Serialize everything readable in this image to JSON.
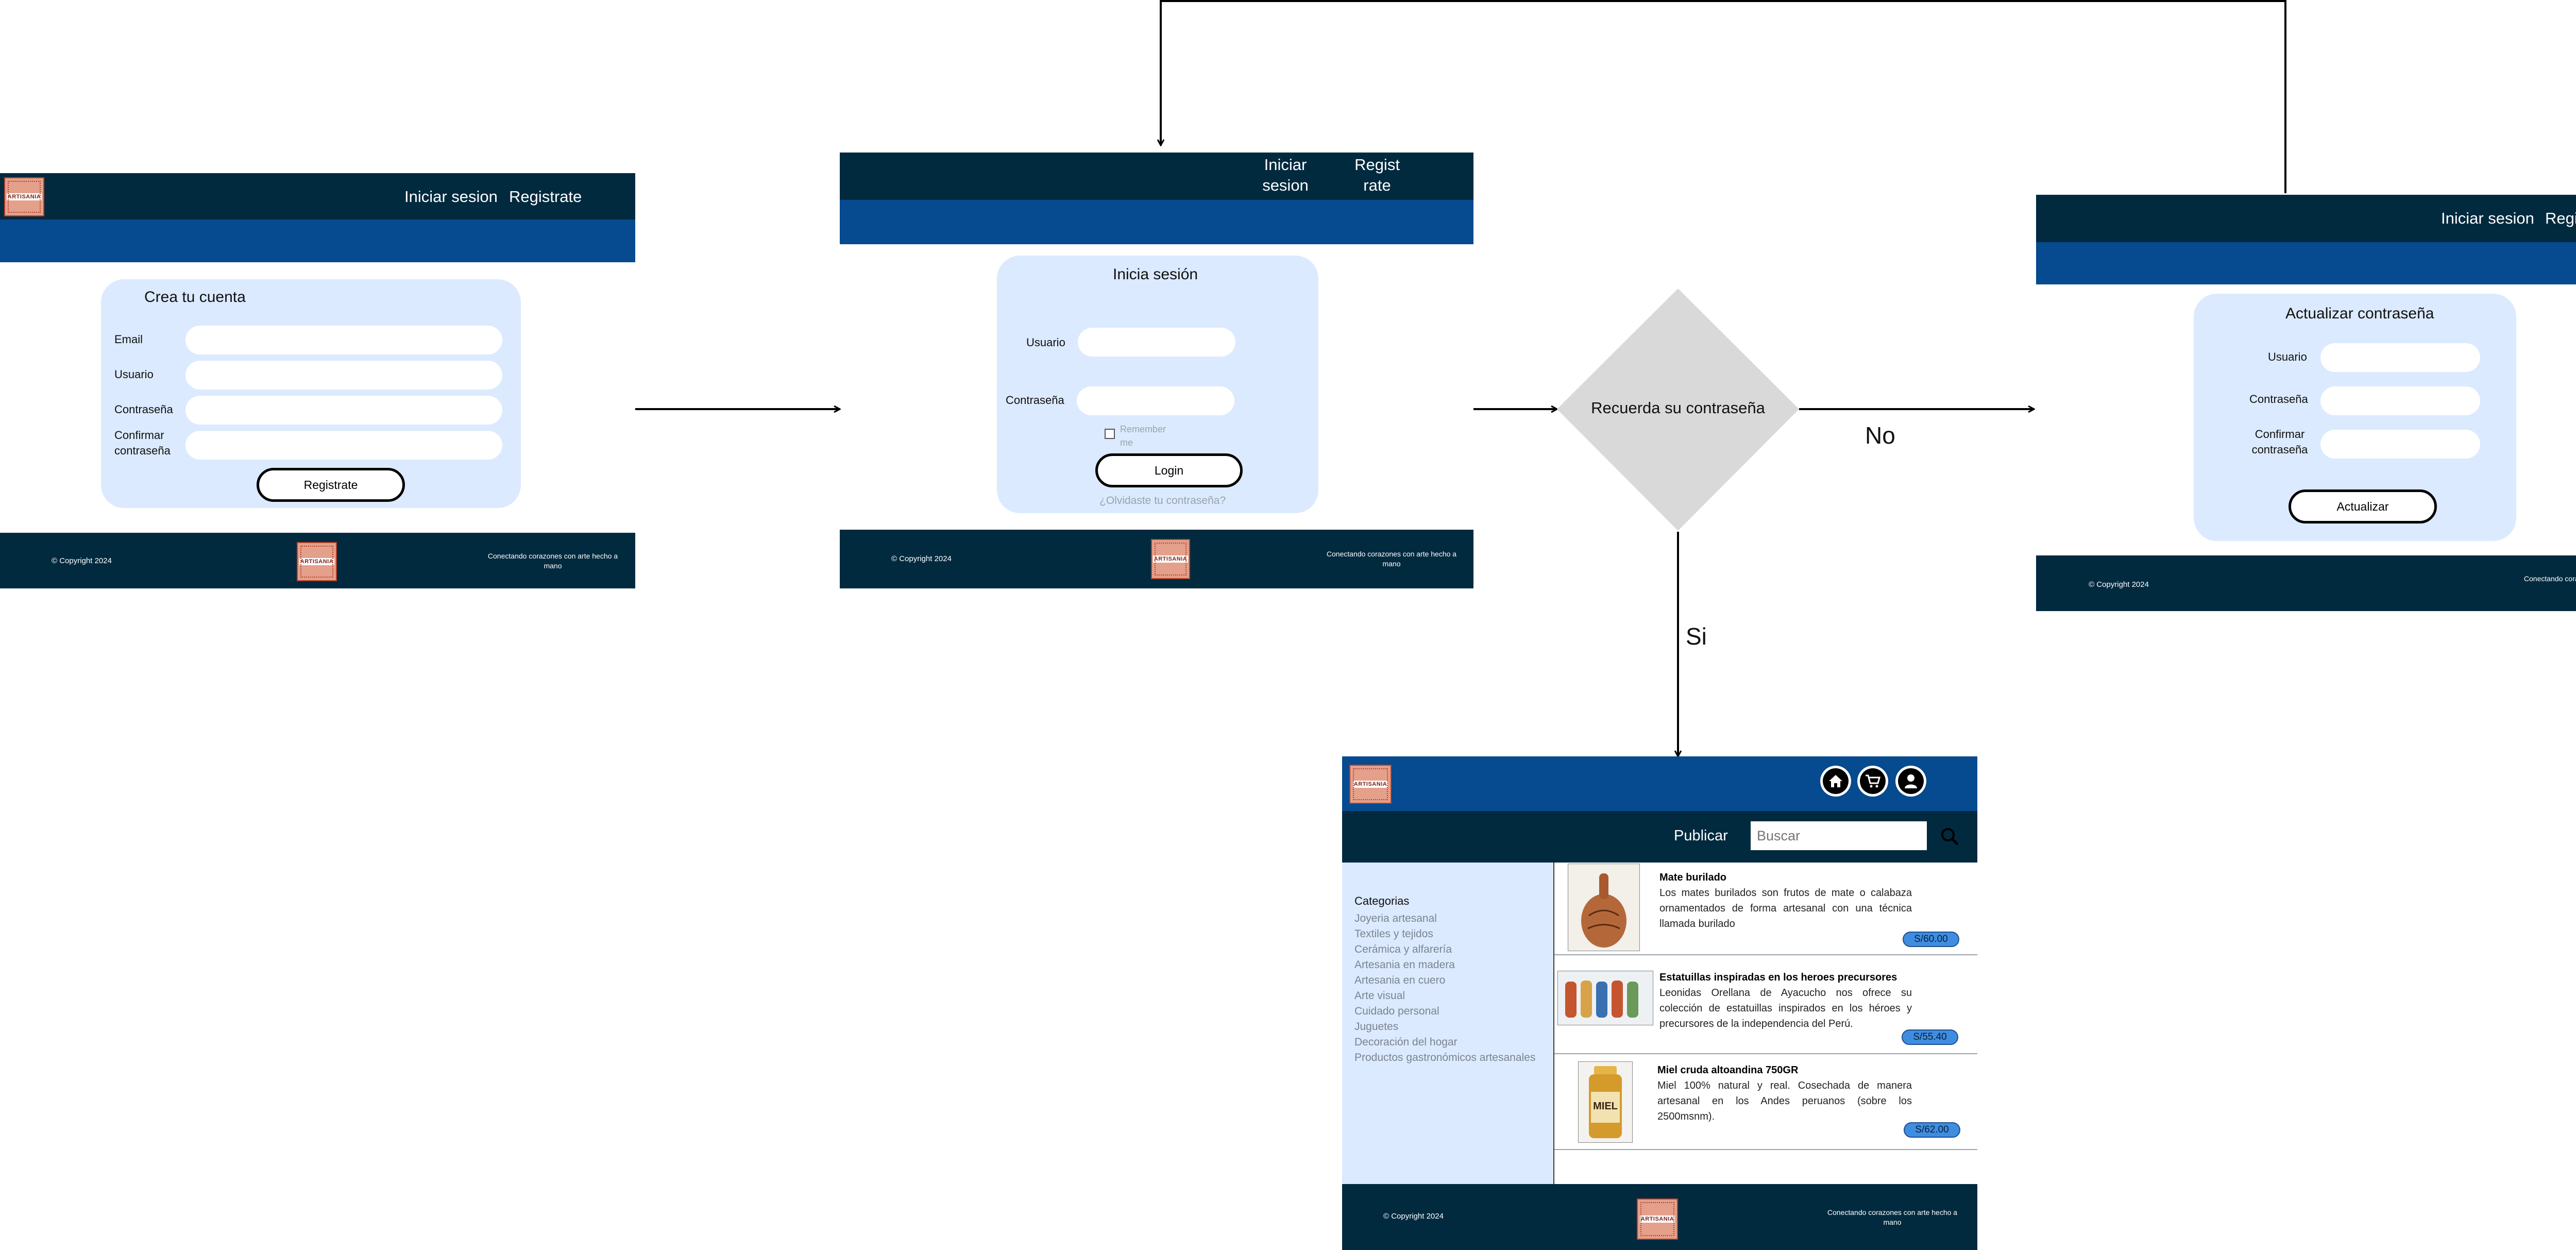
{
  "register_screen": {
    "nav": {
      "login": "Iniciar sesion",
      "register": "Registrate"
    },
    "logo_text": "ARTISANIA",
    "title": "Crea tu cuenta",
    "labels": {
      "email": "Email",
      "user": "Usuario",
      "password": "Contraseña",
      "confirm": "Confirmar contraseña"
    },
    "button": "Registrate",
    "footer": {
      "copyright": "© Copyright 2024",
      "tagline": "Conectando corazones con arte hecho a mano"
    }
  },
  "login_screen": {
    "nav": {
      "login": "Iniciar sesion",
      "register": "Registrate"
    },
    "title": "Inicia sesión",
    "labels": {
      "user": "Usuario",
      "password": "Contraseña"
    },
    "remember": "Remember me",
    "button": "Login",
    "forgot": "¿Olvidaste tu contraseña?",
    "footer": {
      "copyright": "© Copyright 2024",
      "tagline": "Conectando corazones con arte hecho a mano"
    }
  },
  "decision": {
    "text": "Recuerda su contraseña",
    "no": "No",
    "yes": "Si"
  },
  "reset_screen": {
    "nav": {
      "login": "Iniciar sesion",
      "register": "Registrate"
    },
    "title": "Actualizar contraseña",
    "labels": {
      "user": "Usuario",
      "password": "Contraseña",
      "confirm": "Confirmar contraseña"
    },
    "button": "Actualizar",
    "footer": {
      "copyright": "© Copyright 2024",
      "tagline": "Conectando corazones con arte hecho a mano"
    }
  },
  "home_screen": {
    "publish": "Publicar",
    "search_placeholder": "Buscar",
    "icons": [
      "home-icon",
      "cart-icon",
      "user-icon"
    ],
    "categories_title": "Categorias",
    "categories": [
      "Joyeria artesanal",
      "Textiles y tejidos",
      "Cerámica y alfarería",
      "Artesania en madera",
      "Artesania en cuero",
      "Arte visual",
      "Cuidado personal",
      "Juguetes",
      "Decoración del hogar",
      "Productos gastronómicos artesanales"
    ],
    "products": [
      {
        "title": "Mate burilado",
        "desc": "Los mates burilados son frutos de mate o calabaza ornamentados de forma artesanal con una técnica llamada burilado",
        "price": "S/60.00"
      },
      {
        "title": "Estatuillas inspiradas en los heroes precursores",
        "desc": "Leonidas Orellana de Ayacucho nos ofrece su colección de estatuillas inspirados en los héroes y precursores de la independencia del Perú.",
        "price": "S/55.40"
      },
      {
        "title": "Miel cruda altoandina 750GR",
        "desc": "Miel 100% natural y real. Cosechada de manera artesanal en los Andes peruanos (sobre los 2500msnm).",
        "price": "S/62.00"
      }
    ],
    "footer": {
      "copyright": "© Copyright 2024",
      "tagline": "Conectando corazones con arte hecho a mano"
    }
  },
  "colors": {
    "nav_dark": "#012a3f",
    "nav_blue": "#064a8f",
    "card": "#dbeafe",
    "decision": "#d9d9d9",
    "price": "#3f8de0"
  }
}
